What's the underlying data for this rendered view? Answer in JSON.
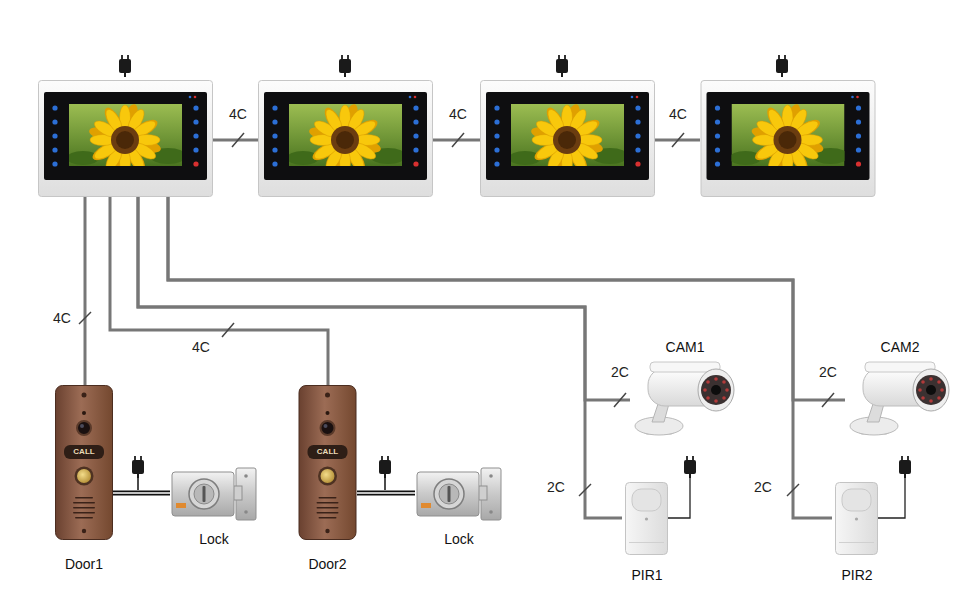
{
  "diagram": {
    "nodes": [
      {
        "text": []
      },
      {
        "text": []
      },
      {
        "text": []
      },
      {
        "text": []
      },
      {
        "text": [
          "CALL",
          "Door1"
        ]
      },
      {
        "text": [
          "Lock"
        ]
      },
      {
        "text": [
          "CALL",
          "Door2"
        ]
      },
      {
        "text": [
          "Lock"
        ]
      },
      {
        "text": [
          "CAM1"
        ]
      },
      {
        "text": [
          "PIR1"
        ]
      },
      {
        "text": [
          "CAM2"
        ]
      },
      {
        "text": [
          "PIR2"
        ]
      }
    ],
    "edges": [
      {
        "from": 0,
        "to": 1,
        "label": "4C",
        "arrow": "none"
      },
      {
        "from": 1,
        "to": 2,
        "label": "4C",
        "arrow": "none"
      },
      {
        "from": 2,
        "to": 3,
        "label": "4C",
        "arrow": "none"
      },
      {
        "from": 0,
        "to": 4,
        "label": "4C",
        "arrow": "none"
      },
      {
        "from": 0,
        "to": 6,
        "label": "4C",
        "arrow": "none"
      },
      {
        "from": 0,
        "to": 8,
        "label": "2C",
        "arrow": "none"
      },
      {
        "from": 0,
        "to": 9,
        "label": "2C",
        "arrow": "none"
      },
      {
        "from": 0,
        "to": 10,
        "label": "2C",
        "arrow": "none"
      },
      {
        "from": 0,
        "to": 11,
        "label": "2C",
        "arrow": "none"
      },
      {
        "from": 4,
        "to": 5,
        "arrow": "none"
      },
      {
        "from": 6,
        "to": 7,
        "arrow": "none"
      }
    ]
  }
}
